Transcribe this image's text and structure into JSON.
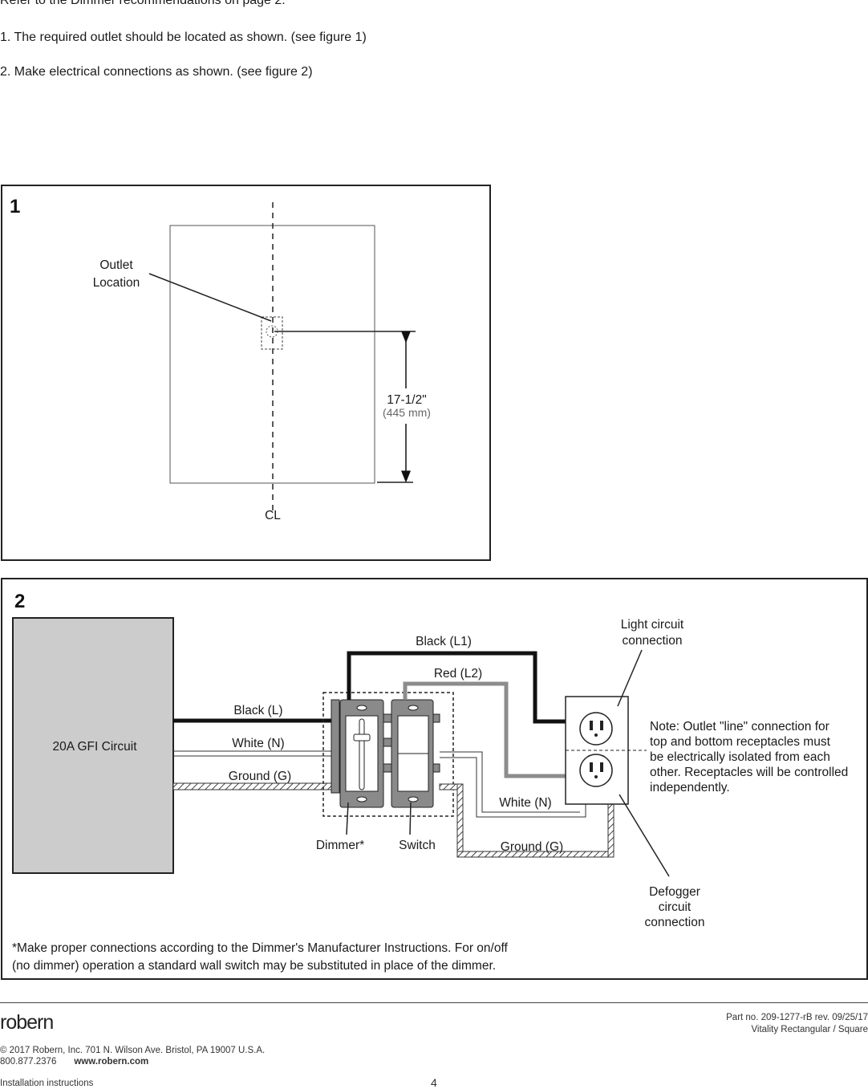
{
  "intro": [
    "Refer to the Dimmer recommendations on page 2.",
    "1. The required outlet should be located as shown. (see figure 1)",
    "2.  Make electrical connections as shown. (see figure 2)"
  ],
  "figure1": {
    "number": "1",
    "outlet_label_line1": "Outlet",
    "outlet_label_line2": "Location",
    "dimension": "17-1/2\"",
    "dimension_metric": "(445 mm)",
    "centerline_mark": "CL"
  },
  "figure2": {
    "number": "2",
    "gfi_label": "20A GFI Circuit",
    "black_l": "Black (L)",
    "white_n": "White (N)",
    "ground_g": "Ground (G)",
    "black_l1": "Black (L1)",
    "red_l2": "Red (L2)",
    "white_n_right": "White (N)",
    "ground_g_right": "Ground (G)",
    "dimmer_label": "Dimmer*",
    "switch_label": "Switch",
    "light_circuit_line1": "Light circuit",
    "light_circuit_line2": "connection",
    "note_lines": [
      "Note: Outlet \"line\" connection for",
      "top and bottom receptacles must",
      "be electrically isolated from each",
      "other. Receptacles will be controlled",
      "independently."
    ],
    "defogger_lines": [
      "Defogger",
      "circuit",
      "connection"
    ],
    "footnote_line1": "*Make proper connections according to the Dimmer's Manufacturer Instructions. For on/off",
    "footnote_line2": "(no dimmer) operation a standard wall switch may be substituted in place of the dimmer."
  },
  "footer": {
    "logo": "robern",
    "part_no": "Part no. 209-1277-rB   rev. 09/25/17",
    "product": "Vitality Rectangular / Square",
    "address": "© 2017 Robern, Inc. 701 N. Wilson Ave. Bristol, PA  19007  U.S.A.",
    "phone": "800.877.2376",
    "website": "www.robern.com",
    "doc_type": "Installation instructions",
    "page_number": "4"
  },
  "colors": {
    "gfi_fill": "#cccccc",
    "device_fill": "#8a8a8a",
    "red_wire": "#8c8c8c",
    "black_wire": "#111111"
  }
}
